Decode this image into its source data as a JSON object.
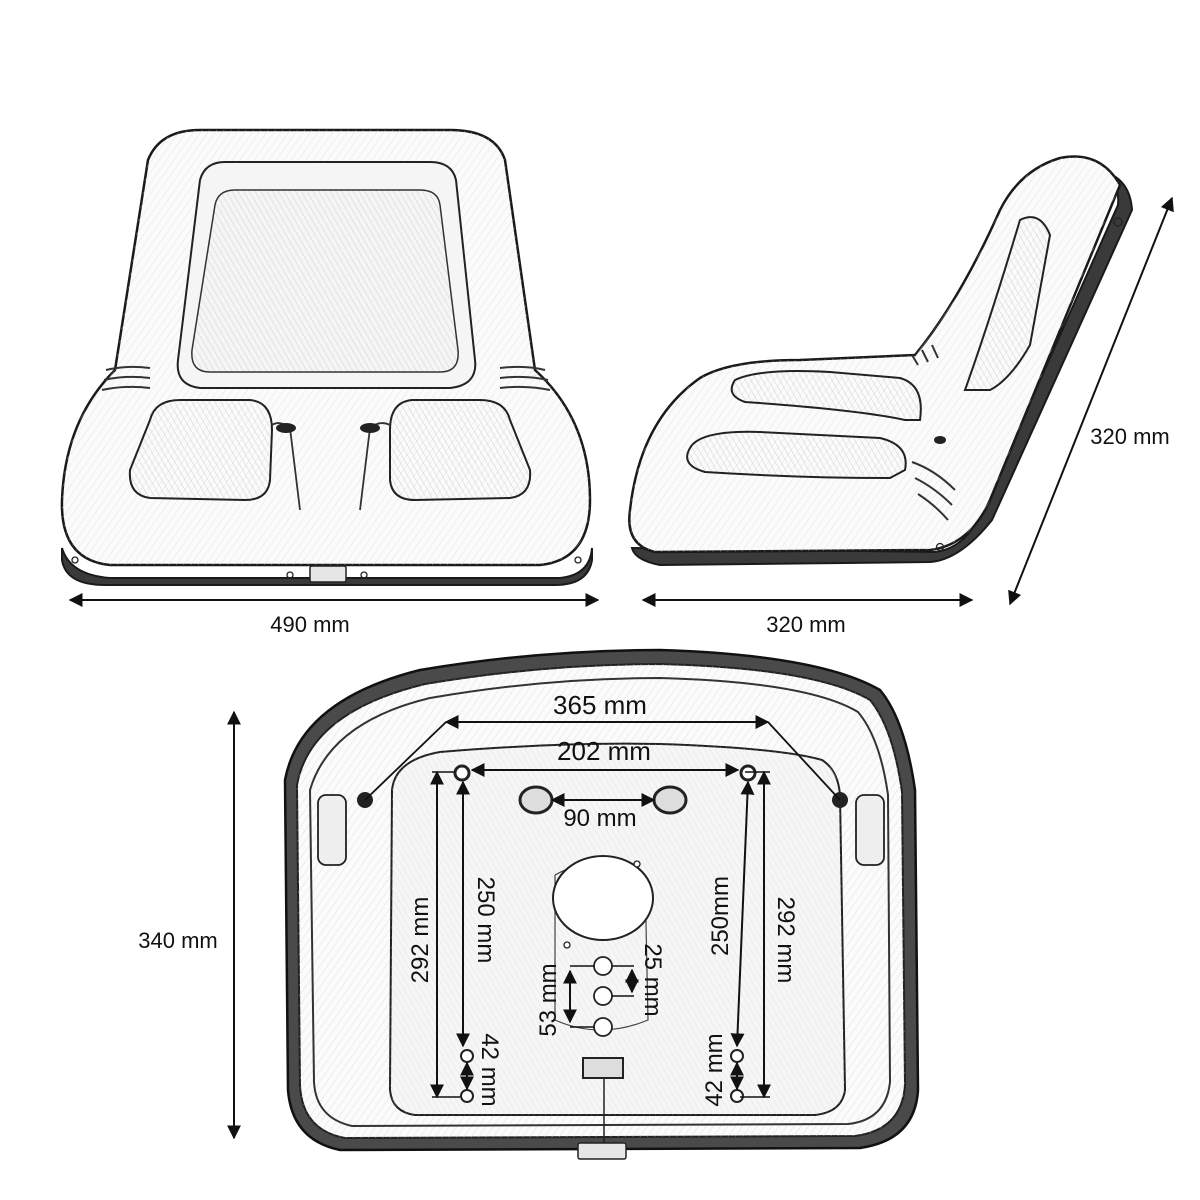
{
  "dimensions": {
    "front_width": "490 mm",
    "side_depth": "320 mm",
    "side_height": "320 mm",
    "bottom_depth": "340 mm",
    "outer_hole_span": "365 mm",
    "inner_hole_span": "202 mm",
    "slot_span": "90 mm",
    "left_outer_vertical": "292 mm",
    "left_inner_vertical": "250 mm",
    "left_small_vertical": "42 mm",
    "right_inner_vertical": "250mm",
    "right_outer_vertical": "292 mm",
    "right_small_vertical": "42 mm",
    "center_small": "25 mm",
    "center_large": "53 mm"
  },
  "colors": {
    "ink": "#1a1a1a",
    "shell_fill": "#fbfbfb",
    "dark_rim": "#3a3a3a",
    "hatch": "#c9c9c9"
  }
}
